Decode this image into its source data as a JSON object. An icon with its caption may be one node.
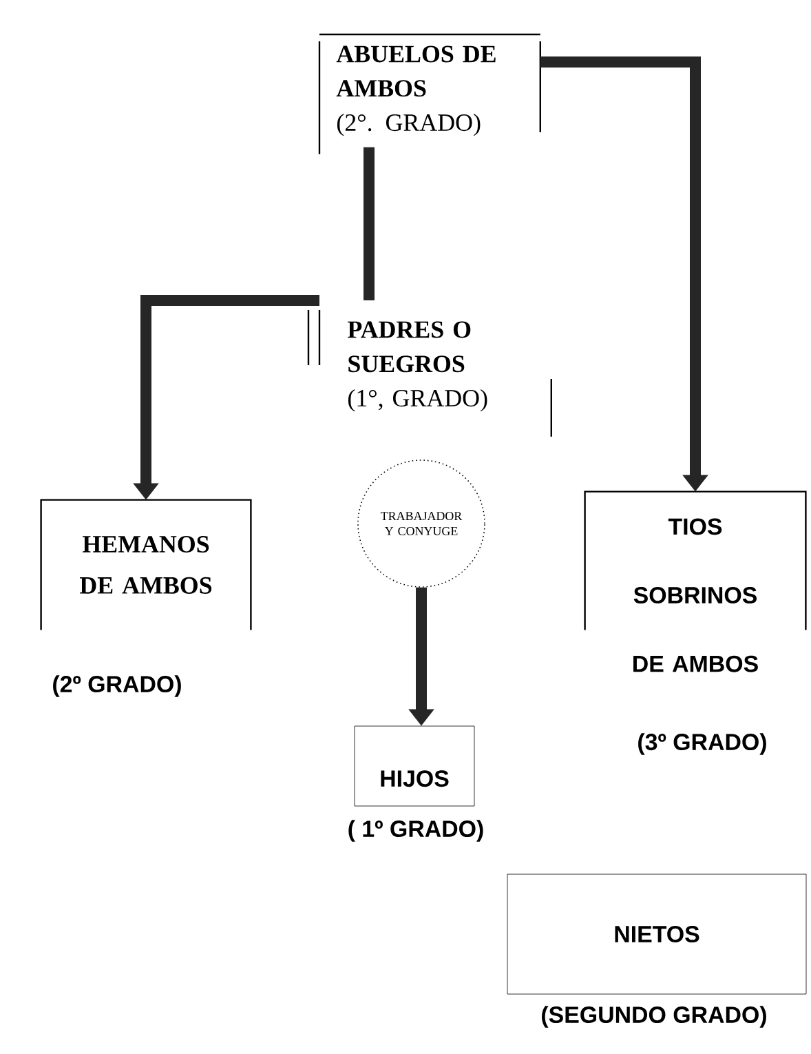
{
  "diagram": {
    "nodes": [
      {
        "text": [
          "ABUELOS DE AMBOS",
          "(2°. GRADO)"
        ]
      },
      {
        "text": [
          "PADRES O SUEGROS",
          "(1°, GRADO)"
        ]
      },
      {
        "text": [
          "TRABAJADOR Y CONYUGE"
        ]
      },
      {
        "text": [
          "HEMANOS DE AMBOS"
        ],
        "beside": [
          "(2º GRADO)"
        ]
      },
      {
        "text": [
          "TIOS SOBRINOS DE AMBOS"
        ],
        "beside": [
          "(3º GRADO)"
        ]
      },
      {
        "text": [
          "HIJOS"
        ],
        "beside": [
          "( 1º GRADO)"
        ]
      },
      {
        "text": [
          "NIETOS"
        ],
        "beside": [
          "(SEGUNDO GRADO)"
        ]
      }
    ],
    "edges": [
      {
        "from": 0,
        "to": 1,
        "arrow": "none"
      },
      {
        "from": 1,
        "to": 3,
        "arrow": "to"
      },
      {
        "from": 0,
        "to": 4,
        "arrow": "to"
      },
      {
        "from": 2,
        "to": 5,
        "arrow": "to"
      }
    ]
  }
}
